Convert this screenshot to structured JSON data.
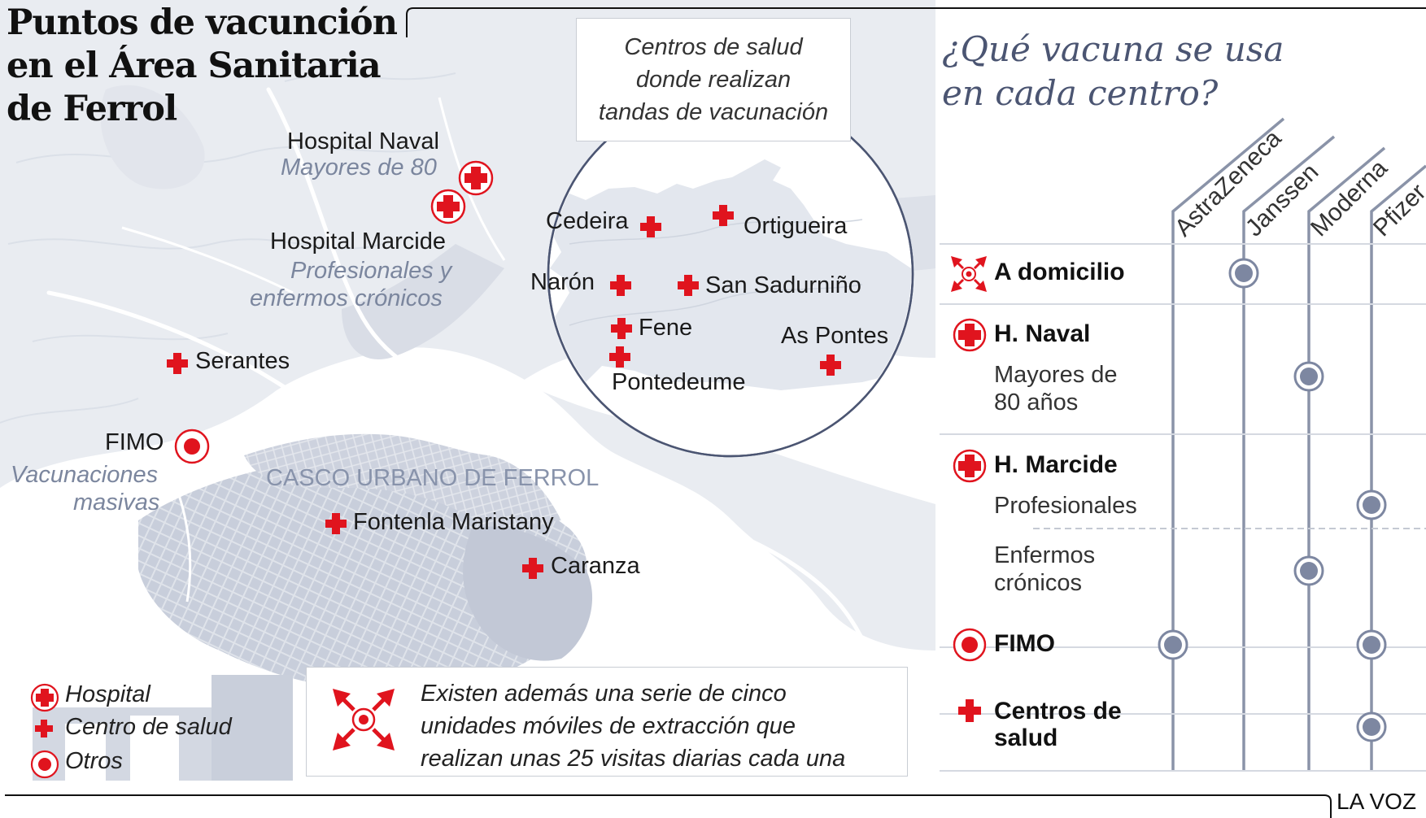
{
  "title_lines": [
    "Puntos de vacunción",
    "en el Área Sanitaria",
    "de Ferrol"
  ],
  "map": {
    "hospital_naval": {
      "name": "Hospital Naval",
      "note": "Mayores de 80"
    },
    "hospital_marcide": {
      "name": "Hospital Marcide",
      "note_lines": [
        "Profesionales y",
        "enfermos crónicos"
      ]
    },
    "serantes": "Serantes",
    "fimo": {
      "name": "FIMO",
      "note_lines": [
        "Vacunaciones",
        "masivas"
      ]
    },
    "casco_urbano": "CASCO URBANO DE FERROL",
    "fontenla": "Fontenla Maristany",
    "caranza": "Caranza"
  },
  "inset": {
    "box_lines": [
      "Centros de salud",
      "donde realizan",
      "tandas de vacunación"
    ],
    "places": {
      "cedeira": "Cedeira",
      "ortigueira": "Ortigueira",
      "naron": "Narón",
      "san_sadurnino": "San Sadurniño",
      "fene": "Fene",
      "as_pontes": "As Pontes",
      "pontedeume": "Pontedeume"
    }
  },
  "legend": {
    "hospital": "Hospital",
    "centro": "Centro de salud",
    "otros": "Otros"
  },
  "note_lines": [
    "Existen además una serie de cinco",
    "unidades móviles de extracción que",
    "realizan unas 25 visitas diarias cada una"
  ],
  "table": {
    "title_lines": [
      "¿Qué vacuna se usa",
      "en cada centro?"
    ],
    "vaccines": [
      "AstraZeneca",
      "Janssen",
      "Moderna",
      "Pfizer"
    ],
    "rows": {
      "domicilio": {
        "label": "A domicilio",
        "vaccines": [
          "Janssen"
        ]
      },
      "naval": {
        "label": "H. Naval",
        "sub_lines": [
          "Mayores de",
          "80 años"
        ],
        "vaccines": [
          "Moderna"
        ]
      },
      "marcide": {
        "label": "H. Marcide"
      },
      "marcide_prof": {
        "sub_lines": [
          "Profesionales"
        ],
        "vaccines": [
          "Pfizer"
        ]
      },
      "marcide_enf": {
        "sub_lines": [
          "Enfermos",
          "crónicos"
        ],
        "vaccines": [
          "Moderna"
        ]
      },
      "fimo": {
        "label": "FIMO",
        "vaccines": [
          "AstraZeneca",
          "Pfizer"
        ]
      },
      "centros": {
        "label_lines": [
          "Centros de",
          "salud"
        ],
        "vaccines": [
          "Pfizer"
        ]
      }
    }
  },
  "credit": "LA VOZ",
  "colors": {
    "red": "#e0141e",
    "slate": "#4b5572",
    "vline": "#8a93a8",
    "dot": "#7d87a1"
  }
}
